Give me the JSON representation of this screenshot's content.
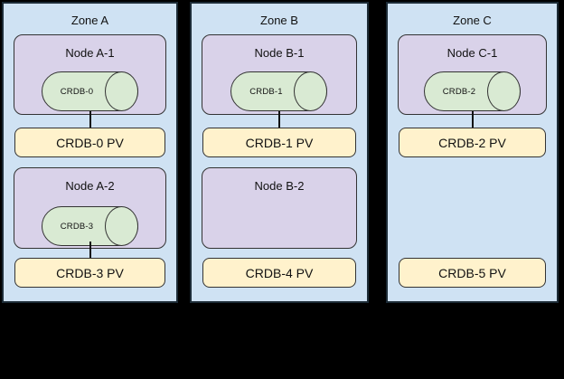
{
  "colors": {
    "background": "#000000",
    "zone_fill": "#cfe2f3",
    "zone_border": "#1c2b36",
    "node_fill": "#d9d2e9",
    "cylinder_fill": "#d9ead3",
    "pv_fill": "#fff2cc",
    "shape_border": "#333333"
  },
  "zones": [
    {
      "title": "Zone A",
      "nodes": [
        {
          "title": "Node A-1",
          "pod": "CRDB-0",
          "pv": "CRDB-0 PV",
          "connected": true
        },
        {
          "title": "Node A-2",
          "pod": "CRDB-3",
          "pv": "CRDB-3 PV",
          "connected": true
        }
      ]
    },
    {
      "title": "Zone B",
      "nodes": [
        {
          "title": "Node B-1",
          "pod": "CRDB-1",
          "pv": "CRDB-1 PV",
          "connected": true
        },
        {
          "title": "Node B-2",
          "pod": null,
          "pv": "CRDB-4 PV",
          "connected": false
        }
      ]
    },
    {
      "title": "Zone C",
      "nodes": [
        {
          "title": "Node C-1",
          "pod": "CRDB-2",
          "pv": "CRDB-2 PV",
          "connected": true
        },
        {
          "title": null,
          "pod": null,
          "pv": "CRDB-5 PV",
          "connected": false
        }
      ]
    }
  ]
}
